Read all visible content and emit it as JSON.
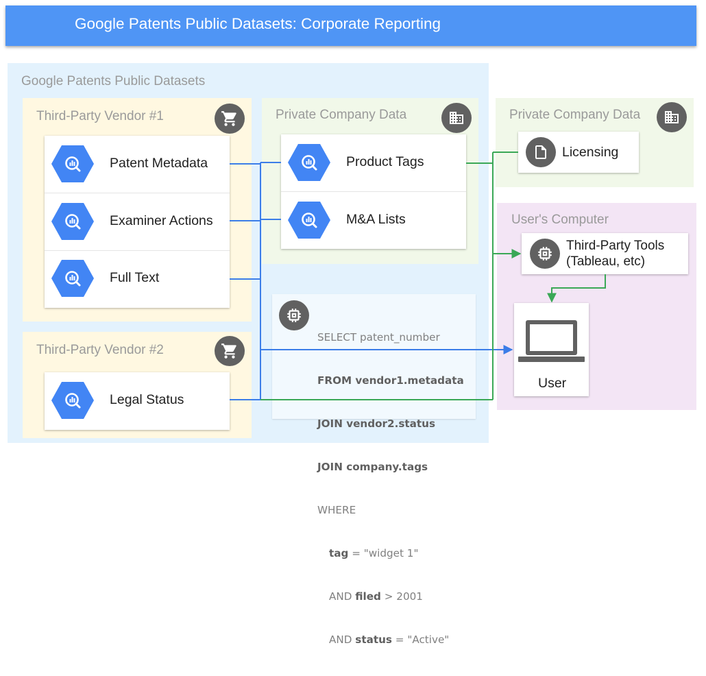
{
  "title": "Google Patents Public Datasets: Corporate Reporting",
  "zones": {
    "public_datasets": "Google Patents Public Datasets",
    "vendor1": "Third-Party Vendor #1",
    "vendor2": "Third-Party Vendor #2",
    "private_data_center": "Private Company Data",
    "private_data_right": "Private Company Data",
    "users_computer": "User's Computer"
  },
  "vendor1_tables": [
    "Patent Metadata",
    "Examiner Actions",
    "Full Text"
  ],
  "vendor2_tables": [
    "Legal Status"
  ],
  "private_tables": [
    "Product Tags",
    "M&A Lists"
  ],
  "licensing": "Licensing",
  "third_party_tools": [
    "Third-Party Tools",
    "(Tableau, etc)"
  ],
  "user": "User",
  "sql": {
    "line1": "SELECT patent_number",
    "line2": "FROM vendor1.metadata",
    "line3": "JOIN vendor2.status",
    "line4": "JOIN company.tags",
    "line5": "WHERE",
    "cond1_field": "tag",
    "cond1_rest": " = \"widget 1\"",
    "cond2_and": "AND ",
    "cond2_field": "filed",
    "cond2_rest": " > 2001",
    "cond3_and": "AND ",
    "cond3_field": "status",
    "cond3_rest": " = \"Active\""
  },
  "icons": {
    "bigquery": "bigquery-hex-icon",
    "cart": "shopping-cart-icon",
    "building": "building-icon",
    "document": "document-icon",
    "chip": "chip-icon",
    "laptop": "laptop-icon"
  },
  "colors": {
    "title_bar": "#4f95f5",
    "public_zone": "#e3f2fd",
    "vendor_zone": "#fff8e1",
    "private_zone": "#f1f8e9",
    "user_zone": "#f3e5f5",
    "blue_line": "#3b7de8",
    "green_line": "#3aa856",
    "hex_blue": "#4285f4"
  }
}
